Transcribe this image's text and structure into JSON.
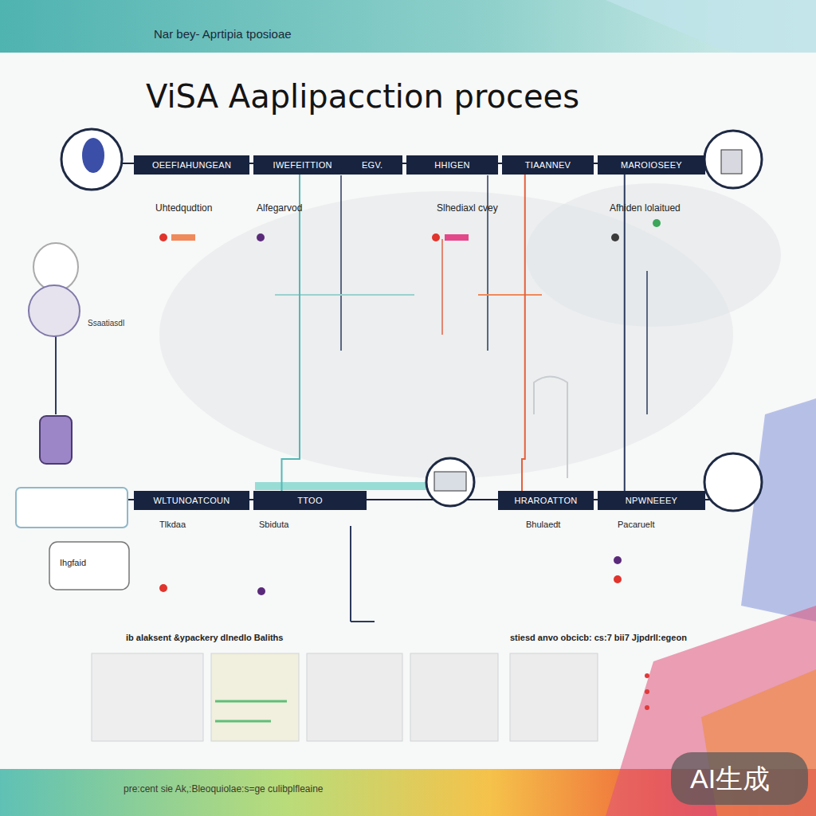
{
  "diagram": {
    "title": "ViSA Aaplipacction procees",
    "nodes": [
      {
        "text": [
          "OEEFIAHUNGEAN"
        ]
      },
      {
        "text": [
          "IWEFEITTION",
          "EGV."
        ]
      },
      {
        "text": [
          "HHIGEN"
        ]
      },
      {
        "text": [
          "TIAANNEV"
        ]
      },
      {
        "text": [
          "MAROIOSEEY"
        ]
      },
      {
        "text": [
          "WLTUNOATCOUN"
        ]
      },
      {
        "text": [
          "TTOO"
        ]
      },
      {
        "text": [
          "HRAROATTON"
        ]
      },
      {
        "text": [
          "NPWNEEEY"
        ]
      }
    ],
    "edges": [
      {
        "from": 1,
        "to": 6,
        "arrow": "none"
      },
      {
        "from": 3,
        "to": 7,
        "arrow": "none"
      },
      {
        "from": 4,
        "to": 8,
        "arrow": "none"
      }
    ],
    "labels": [
      "Nar bey- Aprtipia tposioae",
      "ib alaksent &ypackery dlnedlo Baliths",
      "stiesd anvo obcicb: cs:7 bii7 Jjpdrll:egeon",
      "pre:cent sie Ak,:Bleoquiolae:s=ge culibplfleaine",
      "AI生成",
      "Uhtedqudtion",
      "Alfegarvod",
      "Slhediaxl cvey",
      "Afhiden lolaitued",
      "Ihgfaid",
      "Ssaatiasdl",
      "Sbiduta",
      "Bhulaedt",
      "Pacaruelt",
      "Tlkdaa"
    ]
  }
}
